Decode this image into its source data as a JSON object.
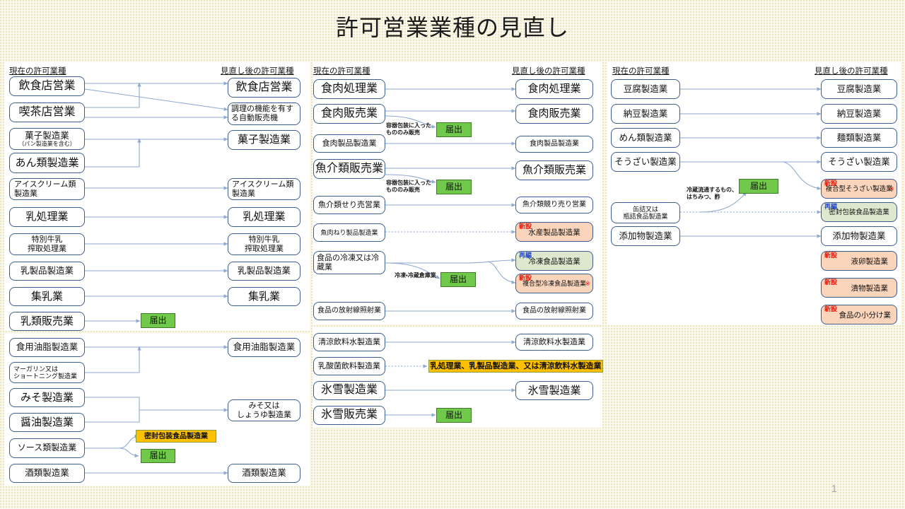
{
  "slide": {
    "title": "許可営業業種の見直し",
    "page_number": "1",
    "background_color": "#FAF8EC"
  },
  "colors": {
    "box_border": "#3E5D8F",
    "wire": "#8FAAD0",
    "notify_green": "#70C94A",
    "notify_green_border": "#3E7A28",
    "amber": "#FFC000",
    "new_bg": "#FBD5BB",
    "new_label": "#E8180C",
    "reorg_bg": "#DEE8CE",
    "reorg_label": "#2A4BC9",
    "panel": "#FFFFFF"
  },
  "labels": {
    "current": "現在の許可業種",
    "revised": "見直し後の許可業種",
    "new_tag": "新設",
    "reorg_tag": "再編",
    "notify": "届出"
  },
  "panels": [
    {
      "id": "panel-left",
      "heading_current": "現在の許可業種",
      "heading_revised": "見直し後の許可業種",
      "current": [
        {
          "line1": "飲食店営業"
        },
        {
          "line1": "喫茶店営業"
        },
        {
          "line1": "菓子製造業",
          "line2": "（パン製造業を含む）"
        },
        {
          "line1": "あん類製造業"
        },
        {
          "line1": "アイスクリーム類",
          "line2": "製造業"
        },
        {
          "line1": "乳処理業"
        },
        {
          "line1": "特別牛乳",
          "line2": "搾取処理業"
        },
        {
          "line1": "乳製品製造業"
        },
        {
          "line1": "集乳業"
        },
        {
          "line1": "乳類販売業"
        },
        {
          "line1": "食用油脂製造業"
        },
        {
          "line1": "マーガリン又は",
          "line2": "ショートニング製造業"
        },
        {
          "line1": "みそ製造業"
        },
        {
          "line1": "醤油製造業"
        },
        {
          "line1": "ソース類製造業"
        },
        {
          "line1": "酒類製造業"
        }
      ],
      "revised": [
        {
          "line1": "飲食店営業"
        },
        {
          "line1": "調理の機能を有す",
          "line2": "る自動販売機"
        },
        {
          "line1": "菓子製造業"
        },
        {
          "line1": "アイスクリーム類",
          "line2": "製造業"
        },
        {
          "line1": "乳処理業"
        },
        {
          "line1": "特別牛乳",
          "line2": "搾取処理業"
        },
        {
          "line1": "乳製品製造業"
        },
        {
          "line1": "集乳業"
        },
        {
          "line1": "食用油脂製造業"
        },
        {
          "line1": "みそ又は",
          "line2": "しょうゆ製造業"
        },
        {
          "line1": "酒類製造業"
        }
      ],
      "chips": [
        {
          "kind": "green",
          "text": "届出"
        },
        {
          "kind": "amber",
          "text": "密封包装食品製造業"
        },
        {
          "kind": "green",
          "text": "届出"
        }
      ]
    },
    {
      "id": "panel-middle",
      "heading_current": "現在の許可業種",
      "heading_revised": "見直し後の許可業種",
      "current": [
        {
          "line1": "食肉処理業"
        },
        {
          "line1": "食肉販売業"
        },
        {
          "line1": "食肉製品製造業"
        },
        {
          "line1": "魚介類販売業"
        },
        {
          "line1": "魚介類せり売営業"
        },
        {
          "line1": "魚肉ねり製品製造業"
        },
        {
          "line1": "食品の冷凍又は冷",
          "line2": "蔵業"
        },
        {
          "line1": "食品の放射線照射業"
        },
        {
          "line1": "清涼飲料水製造業"
        },
        {
          "line1": "乳酸菌飲料製造業"
        },
        {
          "line1": "氷雪製造業"
        },
        {
          "line1": "氷雪販売業"
        }
      ],
      "revised": [
        {
          "line1": "食肉処理業"
        },
        {
          "line1": "食肉販売業"
        },
        {
          "line1": "食肉製品製造業"
        },
        {
          "line1": "魚介類販売業"
        },
        {
          "line1": "魚介類競り売り営業"
        },
        {
          "tag": "新設",
          "line1": "水産製品製造業",
          "style": "new"
        },
        {
          "tag": "再編",
          "line1": "冷凍食品製造業",
          "style": "reorg"
        },
        {
          "tag": "新設",
          "line1": "複合型冷凍食品製造業",
          "style": "new",
          "asterisk": "※"
        },
        {
          "line1": "食品の放射線照射業"
        },
        {
          "line1": "清涼飲料水製造業"
        },
        {
          "line1": "氷雪製造業"
        }
      ],
      "chips": [
        {
          "kind": "green",
          "text": "届出"
        },
        {
          "kind": "green",
          "text": "届出"
        },
        {
          "kind": "green",
          "text": "届出"
        },
        {
          "kind": "amber",
          "text": "乳処理業、乳製品製造業、又は清涼飲料水製造業"
        },
        {
          "kind": "green",
          "text": "届出"
        }
      ],
      "annotations": [
        {
          "line1": "容器包装に入った",
          "line2": "もののみ販売"
        },
        {
          "line1": "容器包装に入った",
          "line2": "もののみ販売"
        },
        {
          "line1": "冷凍・冷蔵倉庫業"
        }
      ]
    },
    {
      "id": "panel-right",
      "heading_current": "現在の許可業種",
      "heading_revised": "見直し後の許可業種",
      "current": [
        {
          "line1": "豆腐製造業"
        },
        {
          "line1": "納豆製造業"
        },
        {
          "line1": "めん類製造業"
        },
        {
          "line1": "そうざい製造業"
        },
        {
          "line1": "缶詰又は",
          "line2": "瓶詰食品製造業"
        },
        {
          "line1": "添加物製造業"
        }
      ],
      "revised": [
        {
          "line1": "豆腐製造業"
        },
        {
          "line1": "納豆製造業"
        },
        {
          "line1": "麺類製造業"
        },
        {
          "line1": "そうざい製造業"
        },
        {
          "tag": "新設",
          "line1": "複合型そうざい製造業",
          "style": "new",
          "asterisk": "※"
        },
        {
          "tag": "再編",
          "line1": "密封包装食品製造業",
          "style": "reorg"
        },
        {
          "line1": "添加物製造業"
        },
        {
          "tag": "新設",
          "line1": "液卵製造業",
          "style": "new"
        },
        {
          "tag": "新設",
          "line1": "漬物製造業",
          "style": "new"
        },
        {
          "tag": "新設",
          "line1": "食品の小分け業",
          "style": "new"
        }
      ],
      "chips": [
        {
          "kind": "green",
          "text": "届出"
        }
      ],
      "annotations": [
        {
          "line1": "冷蔵流通するもの、",
          "line2": "はちみつ、酢"
        }
      ]
    }
  ]
}
